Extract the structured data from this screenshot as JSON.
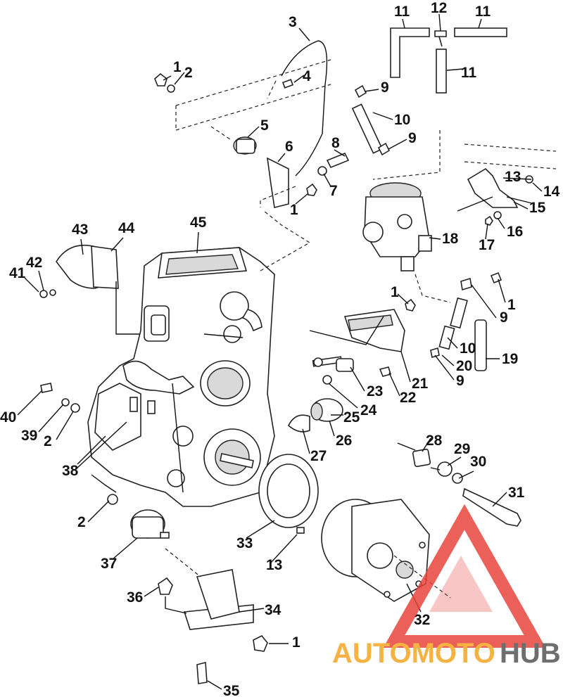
{
  "labels": [
    {
      "id": "1a",
      "text": "1"
    },
    {
      "id": "2a",
      "text": "2"
    },
    {
      "id": "3",
      "text": "3"
    },
    {
      "id": "4",
      "text": "4"
    },
    {
      "id": "5",
      "text": "5"
    },
    {
      "id": "6",
      "text": "6"
    },
    {
      "id": "7",
      "text": "7"
    },
    {
      "id": "8",
      "text": "8"
    },
    {
      "id": "1b",
      "text": "1"
    },
    {
      "id": "9a",
      "text": "9"
    },
    {
      "id": "10a",
      "text": "10"
    },
    {
      "id": "9b",
      "text": "9"
    },
    {
      "id": "11a",
      "text": "11"
    },
    {
      "id": "12",
      "text": "12"
    },
    {
      "id": "11b",
      "text": "11"
    },
    {
      "id": "11c",
      "text": "11"
    },
    {
      "id": "13a",
      "text": "13"
    },
    {
      "id": "14",
      "text": "14"
    },
    {
      "id": "15",
      "text": "15"
    },
    {
      "id": "16",
      "text": "16"
    },
    {
      "id": "17",
      "text": "17"
    },
    {
      "id": "18",
      "text": "18"
    },
    {
      "id": "43",
      "text": "43"
    },
    {
      "id": "44",
      "text": "44"
    },
    {
      "id": "45",
      "text": "45"
    },
    {
      "id": "42",
      "text": "42"
    },
    {
      "id": "41",
      "text": "41"
    },
    {
      "id": "1c",
      "text": "1"
    },
    {
      "id": "1d",
      "text": "1"
    },
    {
      "id": "9c",
      "text": "9"
    },
    {
      "id": "10b",
      "text": "10"
    },
    {
      "id": "19",
      "text": "19"
    },
    {
      "id": "20",
      "text": "20"
    },
    {
      "id": "9d",
      "text": "9"
    },
    {
      "id": "21",
      "text": "21"
    },
    {
      "id": "22",
      "text": "22"
    },
    {
      "id": "23",
      "text": "23"
    },
    {
      "id": "24",
      "text": "24"
    },
    {
      "id": "25",
      "text": "25"
    },
    {
      "id": "26",
      "text": "26"
    },
    {
      "id": "27",
      "text": "27"
    },
    {
      "id": "40",
      "text": "40"
    },
    {
      "id": "39",
      "text": "39"
    },
    {
      "id": "2b",
      "text": "2"
    },
    {
      "id": "38",
      "text": "38"
    },
    {
      "id": "28",
      "text": "28"
    },
    {
      "id": "29",
      "text": "29"
    },
    {
      "id": "30",
      "text": "30"
    },
    {
      "id": "31",
      "text": "31"
    },
    {
      "id": "2c",
      "text": "2"
    },
    {
      "id": "33",
      "text": "33"
    },
    {
      "id": "13b",
      "text": "13"
    },
    {
      "id": "37",
      "text": "37"
    },
    {
      "id": "32",
      "text": "32"
    },
    {
      "id": "36",
      "text": "36"
    },
    {
      "id": "34",
      "text": "34"
    },
    {
      "id": "1e",
      "text": "1"
    },
    {
      "id": "35",
      "text": "35"
    }
  ],
  "watermark": {
    "part_a": "AUTOMOTO",
    "part_b": "HUB",
    "color_a": "#f5a623",
    "color_b": "#555555",
    "triangle_color": "#e8453c"
  }
}
